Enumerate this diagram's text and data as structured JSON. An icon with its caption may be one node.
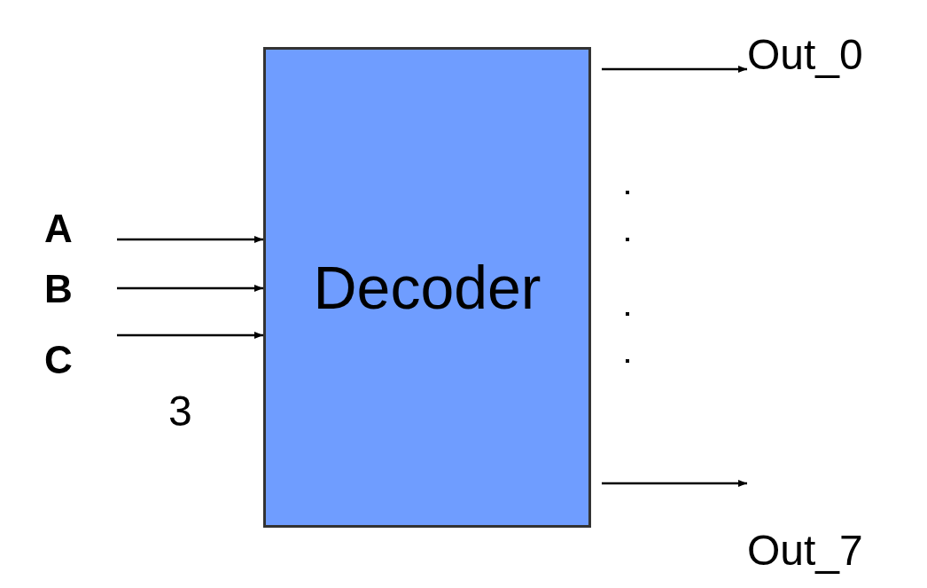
{
  "diagram": {
    "nodes": [
      {
        "text": [
          "Decoder"
        ]
      },
      {
        "text": [
          "A"
        ]
      },
      {
        "text": [
          "B"
        ]
      },
      {
        "text": [
          "C"
        ]
      },
      {
        "text": [
          "Out_0"
        ]
      },
      {
        "text": [
          "Out_7"
        ]
      }
    ],
    "edges": [
      {
        "from": 1,
        "to": 0,
        "arrow": "to"
      },
      {
        "from": 2,
        "to": 0,
        "arrow": "to"
      },
      {
        "from": 3,
        "to": 0,
        "arrow": "to"
      },
      {
        "from": 0,
        "to": 4,
        "arrow": "to"
      },
      {
        "from": 0,
        "to": 5,
        "arrow": "to"
      }
    ],
    "labels": [
      "3"
    ]
  }
}
